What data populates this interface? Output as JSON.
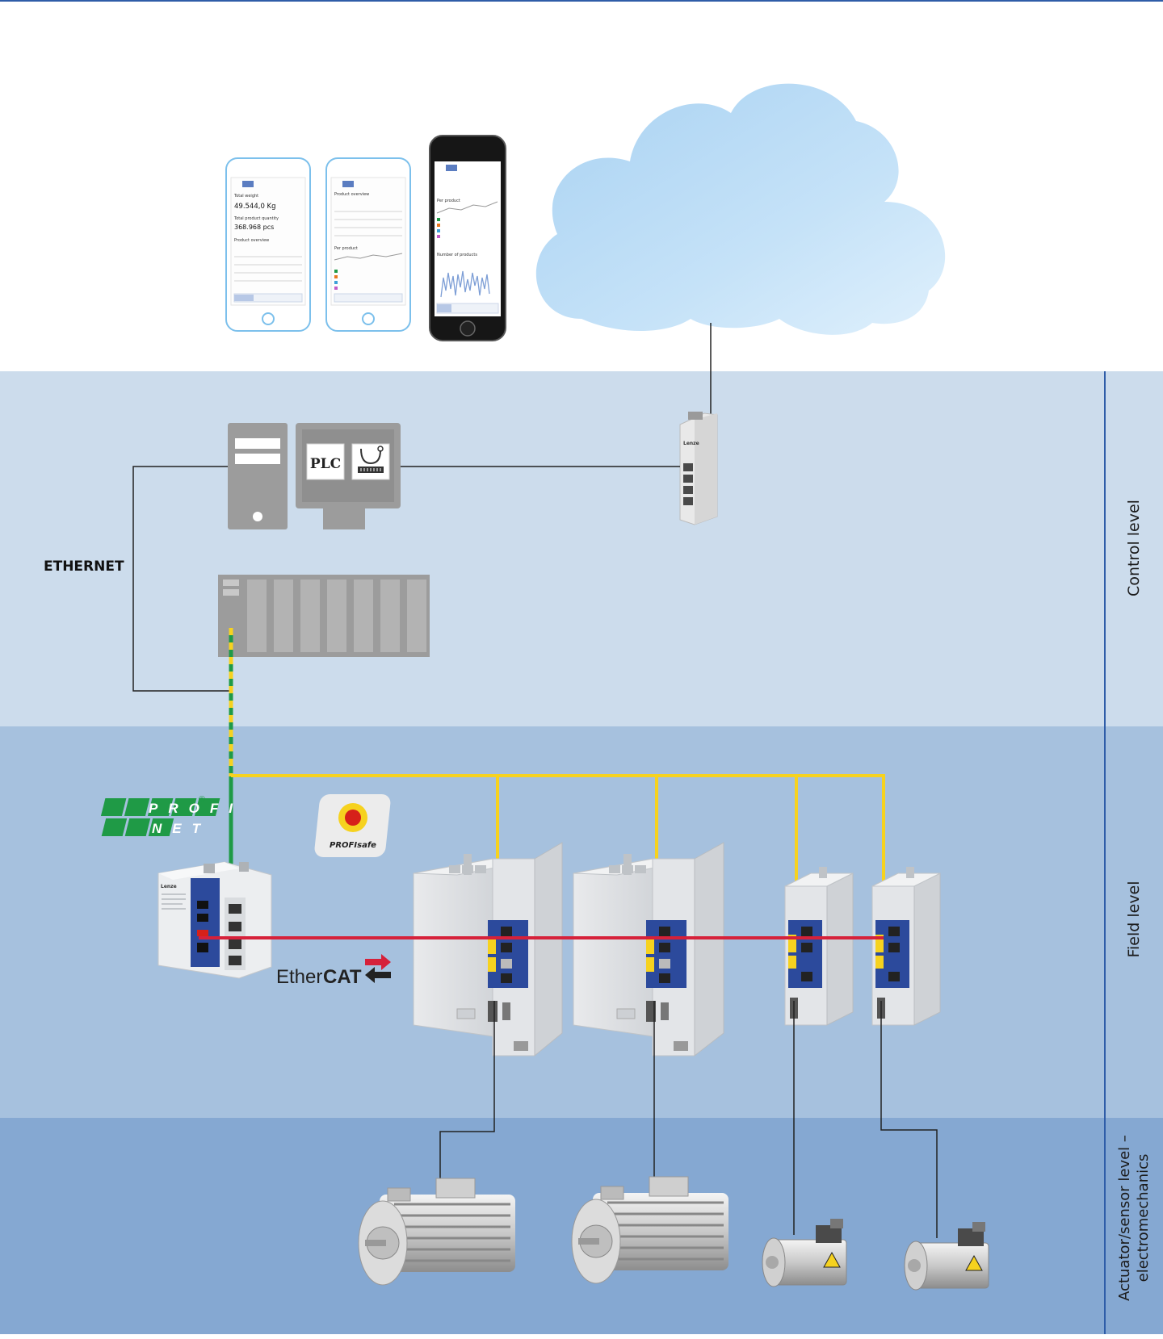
{
  "zones": {
    "control_level": "Control level",
    "field_level": "Field level",
    "actuator_level_line1": "Actuator/sensor level –",
    "actuator_level_line2": "electromechanics"
  },
  "network": {
    "ethernet": "ETHERNET",
    "profinet_top": "PROFI",
    "profinet_bottom": "NET",
    "profinet_reg": "®",
    "profisafe": "PROFIsafe",
    "ethercat_prefix": "Ether",
    "ethercat_suffix": "CAT"
  },
  "devices": {
    "plc_label": "PLC",
    "brand": "Lenze"
  },
  "phone_screens": {
    "total_weight_label": "Total weight",
    "total_weight_value": "49.544,0 Kg",
    "total_quantity_label": "Total product quantity",
    "total_quantity_value": "368.968 pcs",
    "product_overview": "Product overview",
    "per_product": "Per product",
    "number_of_products": "Number of products"
  },
  "colors": {
    "zone_control": "#ccdcec",
    "zone_field": "#a6c1de",
    "zone_actuator": "#85a8d2",
    "profinet_green": "#1f9a46",
    "yellow_bus": "#f6d21f",
    "ethercat_red": "#d6213a",
    "divider_blue": "#2f5da8"
  }
}
